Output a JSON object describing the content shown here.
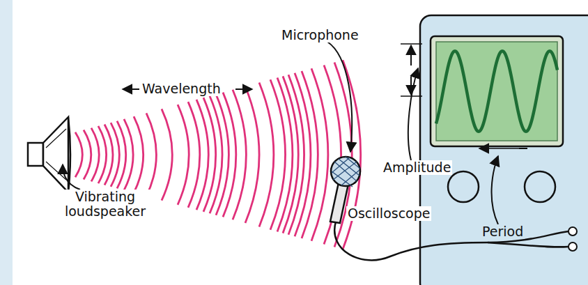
{
  "diagram": {
    "labels": [
      "Microphone",
      "Wavelength",
      "Amplitude",
      "Vibrating loudspeaker",
      "Oscilloscope",
      "Period"
    ]
  }
}
